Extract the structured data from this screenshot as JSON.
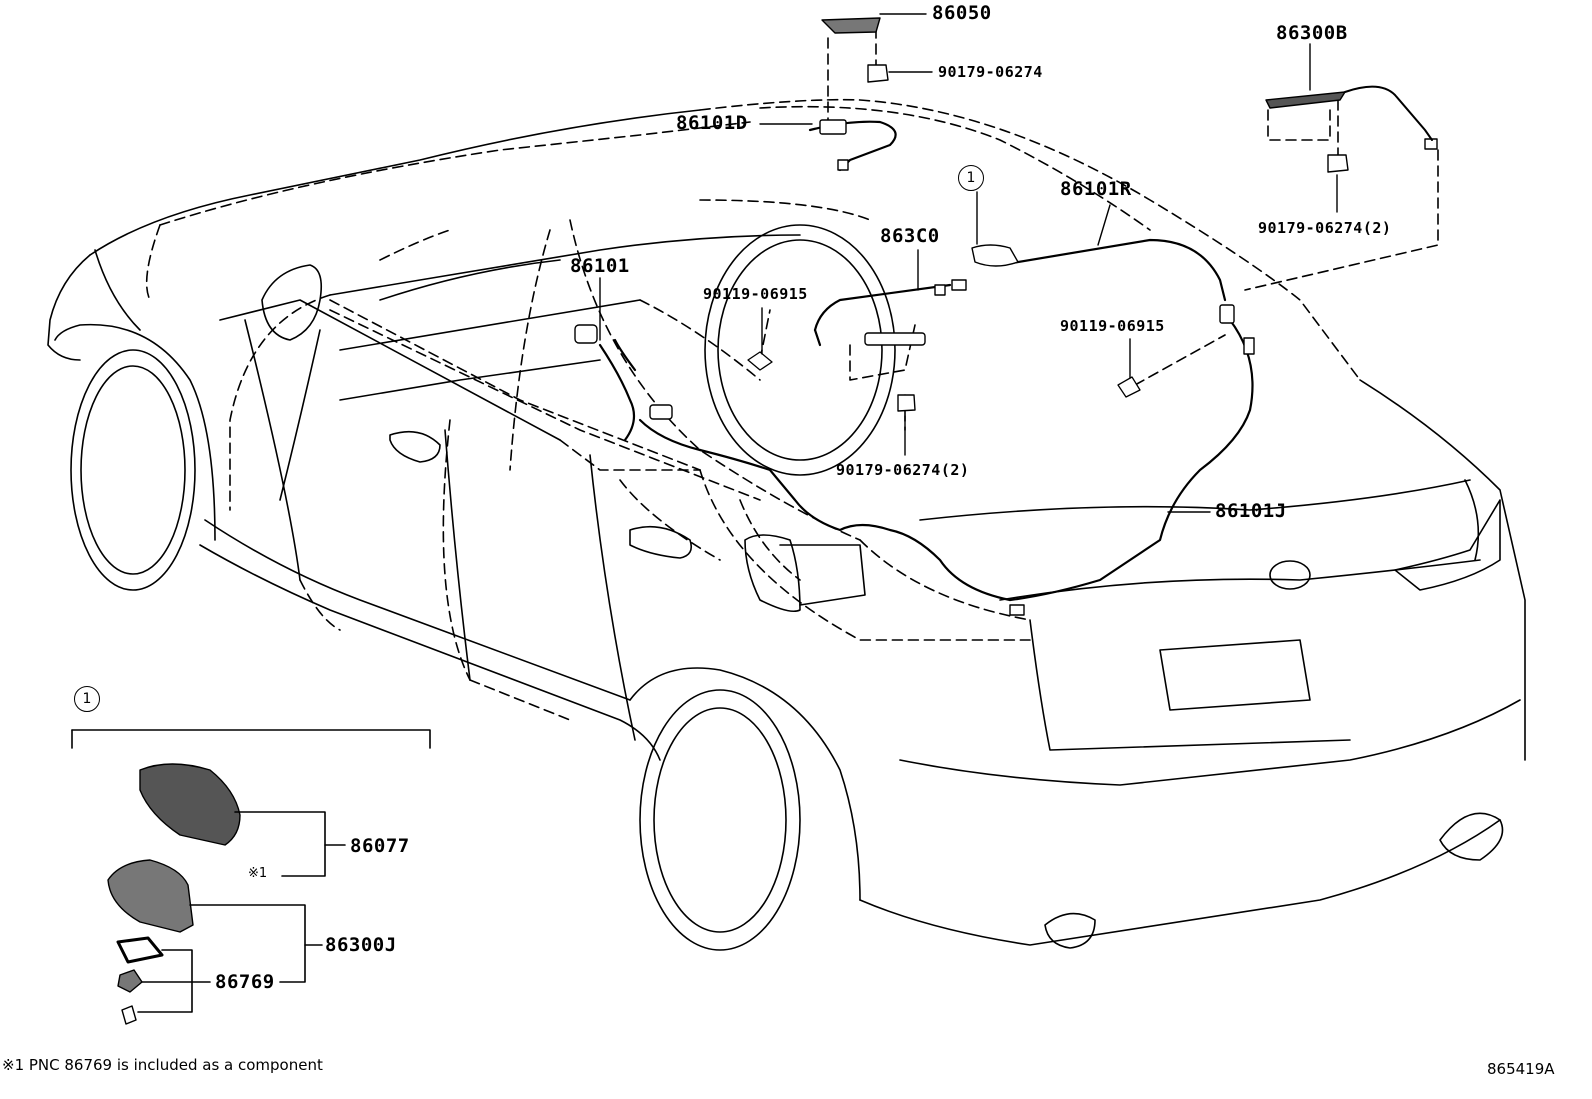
{
  "callouts": {
    "p86050": "86050",
    "p90179_top": "90179-06274",
    "p86300B": "86300B",
    "p86101D": "86101D",
    "p90179_right": "90179-06274(2)",
    "p86101R": "86101R",
    "p863C0": "863C0",
    "p86101": "86101",
    "p90119_left": "90119-06915",
    "p90119_right": "90119-06915",
    "p90179_mid": "90179-06274(2)",
    "p86101J": "86101J",
    "p86077": "86077",
    "p86300J": "86300J",
    "p86769": "86769"
  },
  "markers": {
    "circle_main": "1",
    "circle_inset": "1",
    "note_mark": "※1"
  },
  "footer": {
    "note": "※1 PNC 86769 is included as a component",
    "diagram_id": "865419A"
  }
}
